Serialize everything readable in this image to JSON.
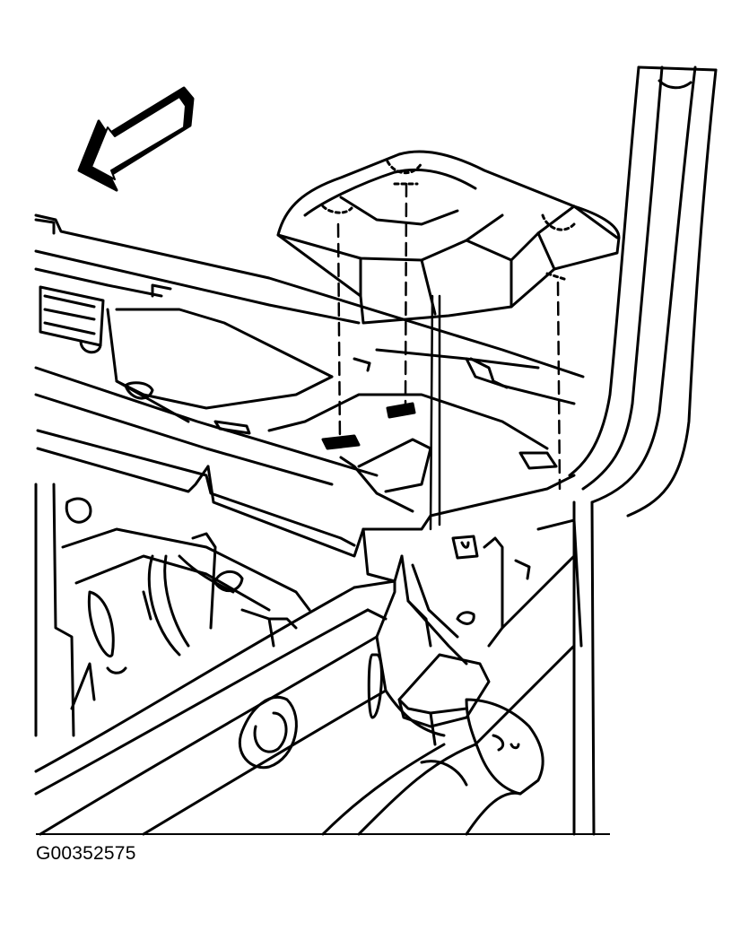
{
  "figure": {
    "id_label": "G00352575",
    "parts": {
      "arrow": "front-direction-arrow",
      "cover": "bracket-cover",
      "panel": "body-panel-assembly"
    }
  }
}
